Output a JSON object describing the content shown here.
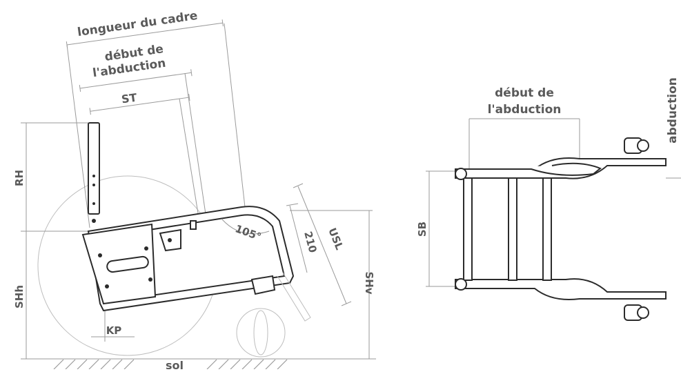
{
  "labels": {
    "frame_length": "longueur du cadre",
    "abduction_start_side_l1": "début de",
    "abduction_start_side_l2": "l'abduction",
    "st": "ST",
    "rh": "RH",
    "shh": "SHh",
    "kp": "KP",
    "angle": "105°",
    "dim_210": "210",
    "usl": "USL",
    "shv": "SHv",
    "ground": "sol",
    "abduction_start_top_l1": "début de",
    "abduction_start_top_l2": "l'abduction",
    "sb": "SB",
    "abduction_cut": "abduction"
  },
  "colors": {
    "text": "#5a5a5a",
    "dimension_line": "#9a9a9a",
    "frame": "#2b2b2b",
    "guide": "#bdbdbd"
  }
}
